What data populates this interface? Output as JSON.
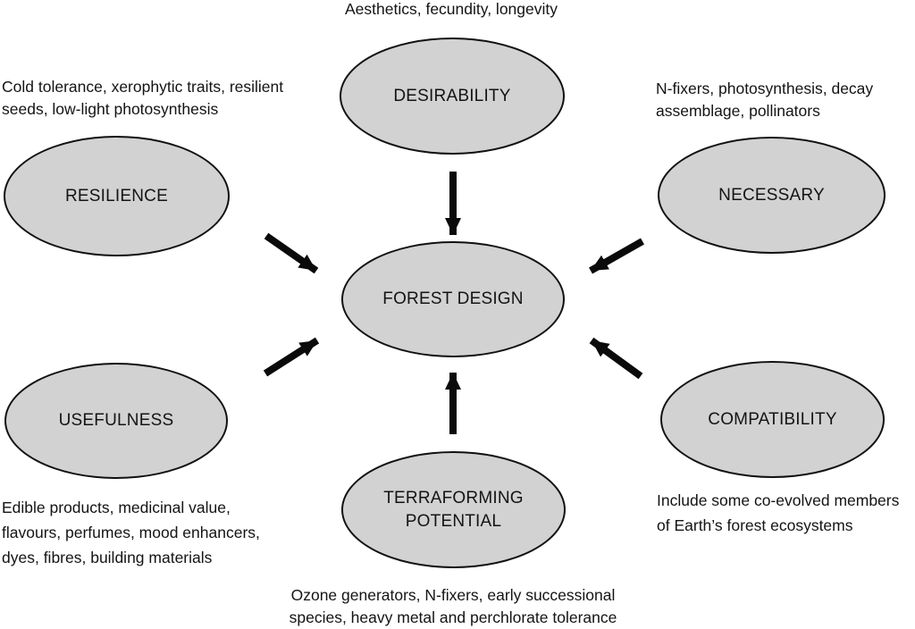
{
  "figure": {
    "background": "#ffffff",
    "node_fill": "#d2d2d2",
    "node_border": "#111111",
    "arrow_color": "#0a0a0a"
  },
  "nodes": {
    "center": {
      "label": "FOREST DESIGN"
    },
    "desirability": {
      "label": "DESIRABILITY"
    },
    "resilience": {
      "label": "RESILIENCE"
    },
    "necessary": {
      "label": "NECESSARY"
    },
    "usefulness": {
      "label": "USEFULNESS"
    },
    "compatibility": {
      "label": "COMPATIBILITY"
    },
    "terraforming": {
      "label": "TERRAFORMING POTENTIAL"
    }
  },
  "annotations": {
    "desirability": {
      "lines": [
        "Aesthetics, fecundity, longevity"
      ]
    },
    "resilience": {
      "lines": [
        "Cold tolerance, xerophytic traits, resilient",
        "seeds, low-light photosynthesis"
      ]
    },
    "necessary": {
      "lines": [
        "N-fixers, photosynthesis, decay",
        "assemblage, pollinators"
      ]
    },
    "usefulness": {
      "lines": [
        "Edible products, medicinal value,",
        "flavours, perfumes, mood enhancers,",
        "dyes, fibres, building materials"
      ]
    },
    "compatibility": {
      "lines": [
        "Include some co-evolved members",
        "of Earth’s forest ecosystems"
      ]
    },
    "terraforming": {
      "lines": [
        "Ozone generators, N-fixers, early successional",
        "species, heavy metal and perchlorate tolerance"
      ]
    }
  }
}
